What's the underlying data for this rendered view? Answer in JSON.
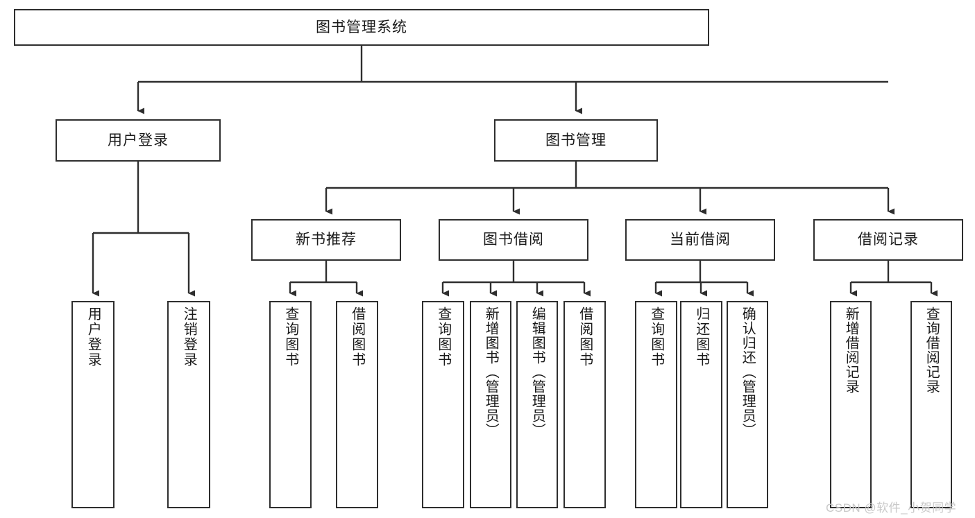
{
  "diagram": {
    "type": "tree",
    "title": "图书管理系统",
    "orientation": "top-down",
    "style": {
      "box_fill": "#ffffff",
      "box_stroke": "#2e2e2e",
      "edge_color": "#2e2e2e",
      "text_color": "#1a1a1a",
      "background": "#ffffff"
    },
    "nodes": {
      "root": {
        "label": "图书管理系统",
        "level": 0,
        "text_direction": "horizontal"
      },
      "l1_a": {
        "label": "用户登录",
        "level": 1,
        "text_direction": "horizontal"
      },
      "l1_b": {
        "label": "图书管理",
        "level": 1,
        "text_direction": "horizontal"
      },
      "l2_a": {
        "label": "新书推荐",
        "level": 2,
        "text_direction": "horizontal"
      },
      "l2_b": {
        "label": "图书借阅",
        "level": 2,
        "text_direction": "horizontal"
      },
      "l2_c": {
        "label": "当前借阅",
        "level": 2,
        "text_direction": "horizontal"
      },
      "l2_d": {
        "label": "借阅记录",
        "level": 2,
        "text_direction": "horizontal"
      },
      "leaf_1": {
        "label": "用户登录",
        "level": 3,
        "text_direction": "vertical",
        "parent": "用户登录"
      },
      "leaf_2": {
        "label": "注销登录",
        "level": 3,
        "text_direction": "vertical",
        "parent": "用户登录"
      },
      "leaf_3": {
        "label": "查询图书",
        "level": 3,
        "text_direction": "vertical",
        "parent": "新书推荐"
      },
      "leaf_4": {
        "label": "借阅图书",
        "level": 3,
        "text_direction": "vertical",
        "parent": "新书推荐"
      },
      "leaf_5": {
        "label": "查询图书",
        "level": 3,
        "text_direction": "vertical",
        "parent": "图书借阅"
      },
      "leaf_6": {
        "label": "新增图书（管理员）",
        "level": 3,
        "text_direction": "vertical",
        "parent": "图书借阅"
      },
      "leaf_7": {
        "label": "编辑图书（管理员）",
        "level": 3,
        "text_direction": "vertical",
        "parent": "图书借阅"
      },
      "leaf_8": {
        "label": "借阅图书",
        "level": 3,
        "text_direction": "vertical",
        "parent": "图书借阅"
      },
      "leaf_9": {
        "label": "查询图书",
        "level": 3,
        "text_direction": "vertical",
        "parent": "当前借阅"
      },
      "leaf_10": {
        "label": "归还图书",
        "level": 3,
        "text_direction": "vertical",
        "parent": "当前借阅"
      },
      "leaf_11": {
        "label": "确认归还（管理员）",
        "level": 3,
        "text_direction": "vertical",
        "parent": "当前借阅"
      },
      "leaf_12": {
        "label": "新增借阅记录",
        "level": 3,
        "text_direction": "vertical",
        "parent": "借阅记录"
      },
      "leaf_13": {
        "label": "查询借阅记录",
        "level": 3,
        "text_direction": "vertical",
        "parent": "借阅记录"
      }
    },
    "watermark": "CSDN @软件_小贺同学"
  }
}
